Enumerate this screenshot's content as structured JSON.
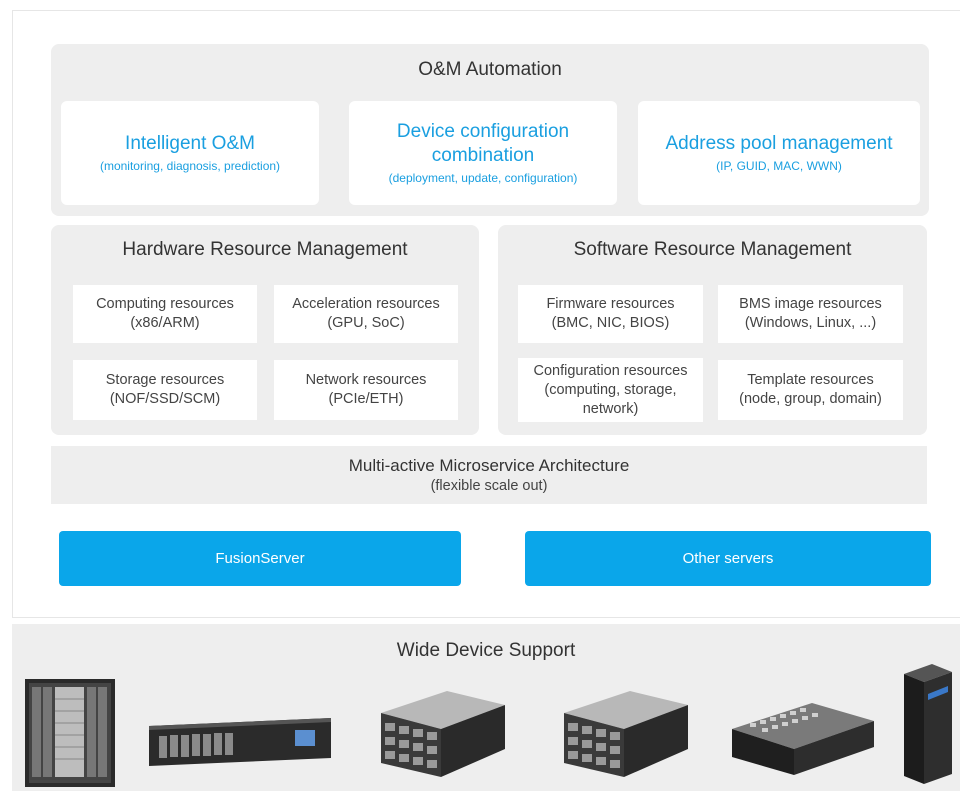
{
  "automation": {
    "title": "O&M Automation",
    "cards": [
      {
        "title": "Intelligent O&M",
        "sub": "(monitoring, diagnosis, prediction)"
      },
      {
        "title": "Device configuration\ncombination",
        "sub": "(deployment, update, configuration)"
      },
      {
        "title": "Address pool management",
        "sub": "(IP, GUID, MAC, WWN)"
      }
    ]
  },
  "hardware": {
    "title": "Hardware Resource Management",
    "items": [
      "Computing resources\n(x86/ARM)",
      "Acceleration resources\n(GPU, SoC)",
      "Storage resources\n(NOF/SSD/SCM)",
      "Network resources\n(PCIe/ETH)"
    ]
  },
  "software": {
    "title": "Software Resource Management",
    "items": [
      "Firmware resources\n(BMC, NIC, BIOS)",
      "BMS image resources\n(Windows, Linux, ...)",
      "Configuration resources\n(computing, storage,\nnetwork)",
      "Template resources\n(node, group, domain)"
    ]
  },
  "microservice": {
    "title": "Multi-active Microservice Architecture",
    "sub": "(flexible scale out)"
  },
  "servers": [
    "FusionServer",
    "Other servers"
  ],
  "devices": {
    "title": "Wide Device Support",
    "icons": [
      "blade-server-icon",
      "rack-server-2u-icon",
      "storage-server-4u-icon",
      "storage-server-4u-icon",
      "top-loading-storage-server-icon",
      "mainframe-cabinet-icon"
    ]
  },
  "colors": {
    "accent": "#1a9fe0",
    "button": "#0aa6ea",
    "panel": "#eeeeee"
  }
}
